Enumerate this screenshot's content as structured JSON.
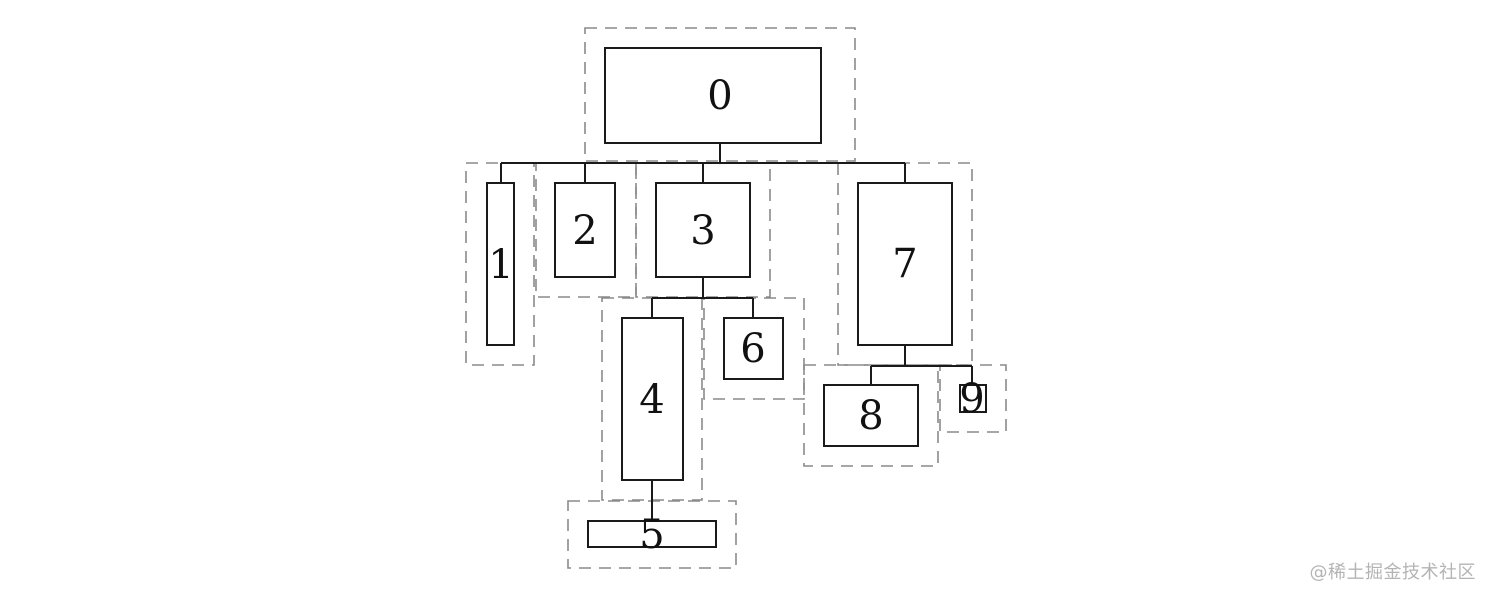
{
  "nodes": [
    {
      "id": "0",
      "label": "0"
    },
    {
      "id": "1",
      "label": "1"
    },
    {
      "id": "2",
      "label": "2"
    },
    {
      "id": "3",
      "label": "3"
    },
    {
      "id": "4",
      "label": "4"
    },
    {
      "id": "5",
      "label": "5"
    },
    {
      "id": "6",
      "label": "6"
    },
    {
      "id": "7",
      "label": "7"
    },
    {
      "id": "8",
      "label": "8"
    },
    {
      "id": "9",
      "label": "9"
    }
  ],
  "edges": [
    [
      "0",
      "1"
    ],
    [
      "0",
      "2"
    ],
    [
      "0",
      "3"
    ],
    [
      "0",
      "7"
    ],
    [
      "3",
      "4"
    ],
    [
      "3",
      "6"
    ],
    [
      "4",
      "5"
    ],
    [
      "7",
      "8"
    ],
    [
      "7",
      "9"
    ]
  ],
  "watermark": "@稀土掘金技术社区"
}
